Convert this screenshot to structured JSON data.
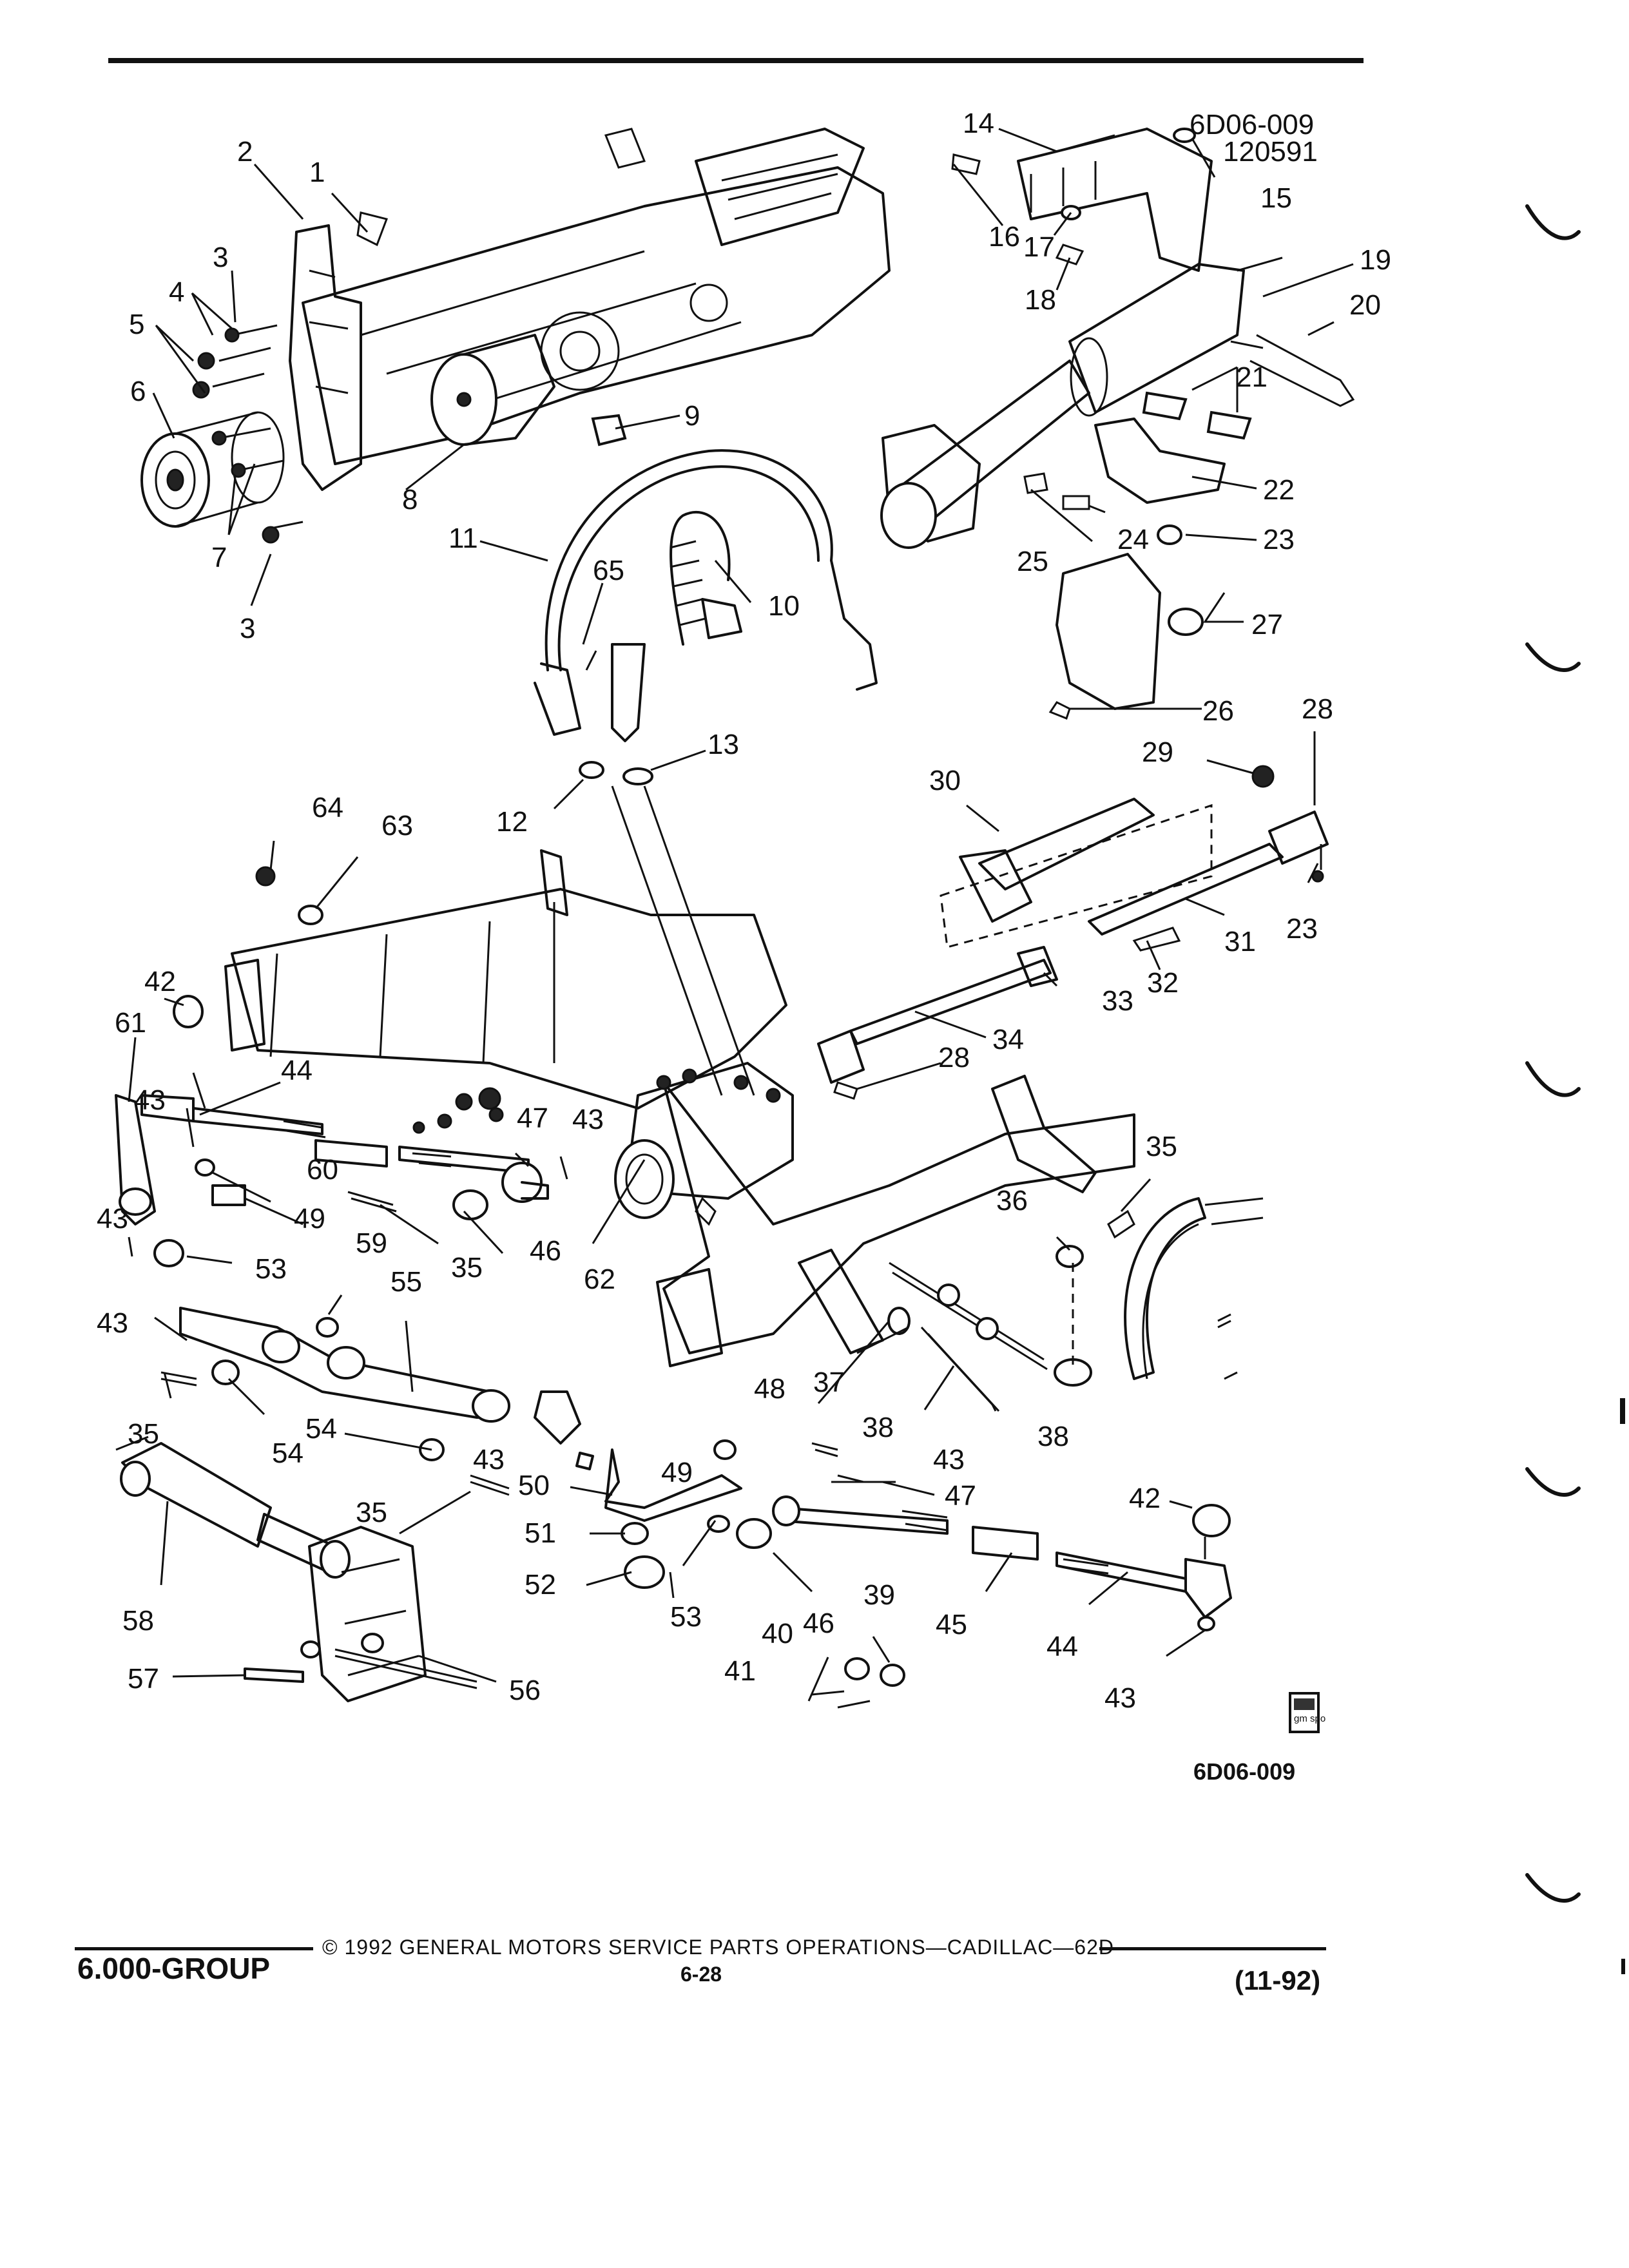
{
  "header": {
    "figure_code": "6D06-009",
    "figure_date": "120591"
  },
  "callouts": [
    {
      "id": "1",
      "label": "1"
    },
    {
      "id": "2",
      "label": "2"
    },
    {
      "id": "3a",
      "label": "3"
    },
    {
      "id": "3b",
      "label": "3"
    },
    {
      "id": "4",
      "label": "4"
    },
    {
      "id": "5",
      "label": "5"
    },
    {
      "id": "6",
      "label": "6"
    },
    {
      "id": "7",
      "label": "7"
    },
    {
      "id": "8",
      "label": "8"
    },
    {
      "id": "9",
      "label": "9"
    },
    {
      "id": "10",
      "label": "10"
    },
    {
      "id": "11",
      "label": "11"
    },
    {
      "id": "12",
      "label": "12"
    },
    {
      "id": "13",
      "label": "13"
    },
    {
      "id": "14",
      "label": "14"
    },
    {
      "id": "15",
      "label": "15"
    },
    {
      "id": "16",
      "label": "16"
    },
    {
      "id": "17",
      "label": "17"
    },
    {
      "id": "18",
      "label": "18"
    },
    {
      "id": "19",
      "label": "19"
    },
    {
      "id": "20",
      "label": "20"
    },
    {
      "id": "21",
      "label": "21"
    },
    {
      "id": "22",
      "label": "22"
    },
    {
      "id": "23a",
      "label": "23"
    },
    {
      "id": "23b",
      "label": "23"
    },
    {
      "id": "24",
      "label": "24"
    },
    {
      "id": "25",
      "label": "25"
    },
    {
      "id": "26",
      "label": "26"
    },
    {
      "id": "27",
      "label": "27"
    },
    {
      "id": "28a",
      "label": "28"
    },
    {
      "id": "28b",
      "label": "28"
    },
    {
      "id": "29",
      "label": "29"
    },
    {
      "id": "30",
      "label": "30"
    },
    {
      "id": "31",
      "label": "31"
    },
    {
      "id": "32",
      "label": "32"
    },
    {
      "id": "33",
      "label": "33"
    },
    {
      "id": "34",
      "label": "34"
    },
    {
      "id": "35a",
      "label": "35"
    },
    {
      "id": "35b",
      "label": "35"
    },
    {
      "id": "35c",
      "label": "35"
    },
    {
      "id": "35d",
      "label": "35"
    },
    {
      "id": "36",
      "label": "36"
    },
    {
      "id": "37",
      "label": "37"
    },
    {
      "id": "38a",
      "label": "38"
    },
    {
      "id": "38b",
      "label": "38"
    },
    {
      "id": "39",
      "label": "39"
    },
    {
      "id": "40",
      "label": "40"
    },
    {
      "id": "41",
      "label": "41"
    },
    {
      "id": "42a",
      "label": "42"
    },
    {
      "id": "42b",
      "label": "42"
    },
    {
      "id": "43a",
      "label": "43"
    },
    {
      "id": "43b",
      "label": "43"
    },
    {
      "id": "43c",
      "label": "43"
    },
    {
      "id": "43d",
      "label": "43"
    },
    {
      "id": "43e",
      "label": "43"
    },
    {
      "id": "43f",
      "label": "43"
    },
    {
      "id": "43g",
      "label": "43"
    },
    {
      "id": "44a",
      "label": "44"
    },
    {
      "id": "44b",
      "label": "44"
    },
    {
      "id": "45",
      "label": "45"
    },
    {
      "id": "46a",
      "label": "46"
    },
    {
      "id": "46b",
      "label": "46"
    },
    {
      "id": "47a",
      "label": "47"
    },
    {
      "id": "47b",
      "label": "47"
    },
    {
      "id": "48",
      "label": "48"
    },
    {
      "id": "49a",
      "label": "49"
    },
    {
      "id": "49b",
      "label": "49"
    },
    {
      "id": "50",
      "label": "50"
    },
    {
      "id": "51",
      "label": "51"
    },
    {
      "id": "52",
      "label": "52"
    },
    {
      "id": "53a",
      "label": "53"
    },
    {
      "id": "53b",
      "label": "53"
    },
    {
      "id": "54a",
      "label": "54"
    },
    {
      "id": "54b",
      "label": "54"
    },
    {
      "id": "55",
      "label": "55"
    },
    {
      "id": "56",
      "label": "56"
    },
    {
      "id": "57",
      "label": "57"
    },
    {
      "id": "58",
      "label": "58"
    },
    {
      "id": "59",
      "label": "59"
    },
    {
      "id": "60",
      "label": "60"
    },
    {
      "id": "61",
      "label": "61"
    },
    {
      "id": "62",
      "label": "62"
    },
    {
      "id": "63",
      "label": "63"
    },
    {
      "id": "64",
      "label": "64"
    },
    {
      "id": "65",
      "label": "65"
    }
  ],
  "figure_tag": "6D06-009",
  "logo": {
    "text": "gm spo"
  },
  "footer": {
    "group": "6.000-GROUP",
    "copyright": "© 1992 GENERAL MOTORS SERVICE PARTS OPERATIONS—CADILLAC—62D",
    "page": "6-28",
    "date": "(11-92)"
  }
}
